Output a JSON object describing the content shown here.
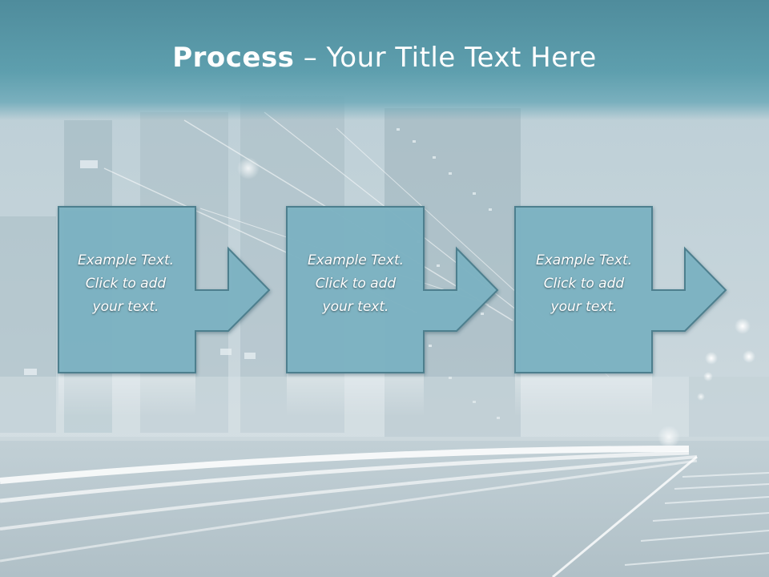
{
  "title": {
    "bold": "Process",
    "rest": " – Your Title Text Here"
  },
  "steps": [
    {
      "lines": [
        "Example Text.",
        "Click  to add",
        "your text."
      ]
    },
    {
      "lines": [
        "Example Text.",
        "Click  to add",
        "your text."
      ]
    },
    {
      "lines": [
        "Example Text.",
        "Click  to add",
        "your text."
      ]
    }
  ],
  "colors": {
    "title_bar": "#5a9aaa",
    "shape_fill": "#7db3c3",
    "shape_stroke": "#4e7f8e",
    "text": "#ffffff"
  }
}
